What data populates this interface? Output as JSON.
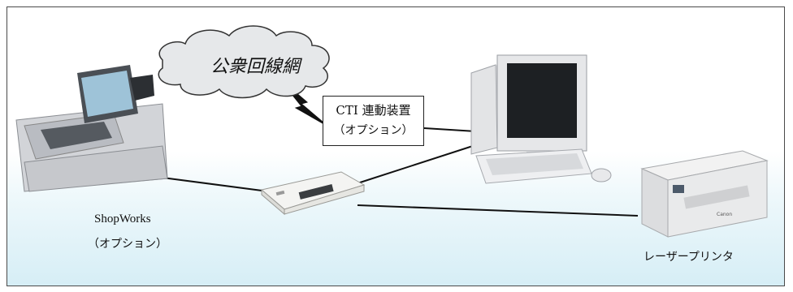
{
  "network": {
    "label": "公衆回線網"
  },
  "cti_device": {
    "title": "CTI 連動装置",
    "option_label": "（オプション）"
  },
  "pos_terminal": {
    "name": "ShopWorks",
    "option_label": "（オプション）"
  },
  "printer": {
    "label": "レーザープリンタ",
    "brand": "Canon"
  },
  "colors": {
    "border": "#4a4a4a",
    "line": "#111111",
    "cloud_fill": "#e6e8ea",
    "bg_bottom": "#d6eef6"
  }
}
